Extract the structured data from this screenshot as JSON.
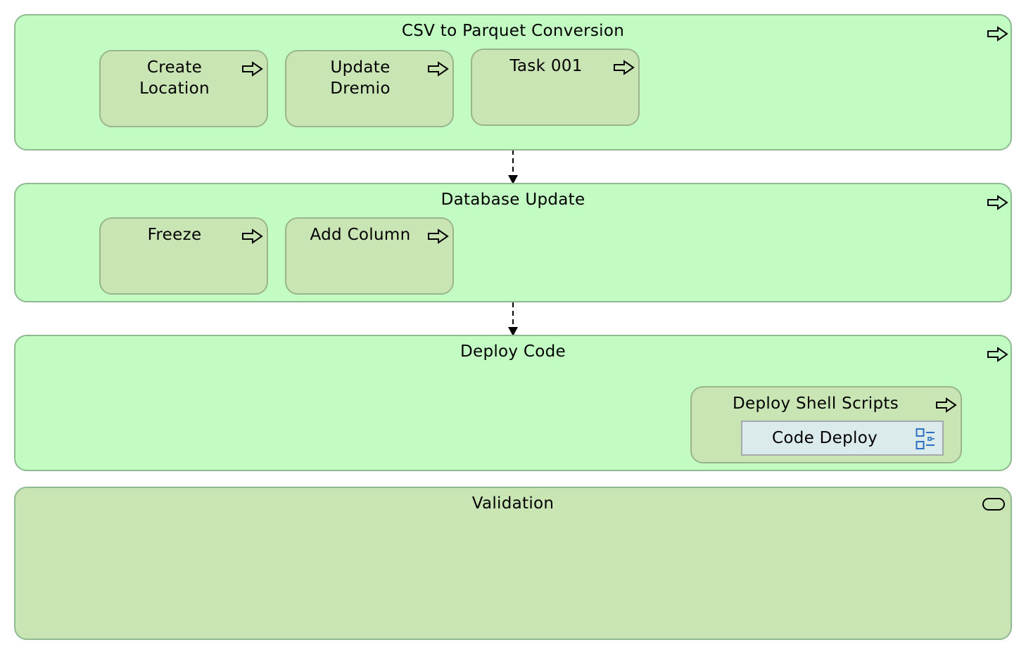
{
  "containers": [
    {
      "title": "CSV to Parquet Conversion",
      "icon": "process-arrow-icon",
      "children": [
        {
          "label": "Create\nLocation",
          "icon": "process-arrow-icon"
        },
        {
          "label": "Update\nDremio",
          "icon": "process-arrow-icon"
        },
        {
          "label": "Task 001",
          "icon": "process-arrow-icon"
        }
      ]
    },
    {
      "title": "Database Update",
      "icon": "process-arrow-icon",
      "children": [
        {
          "label": "Freeze",
          "icon": "process-arrow-icon"
        },
        {
          "label": "Add Column",
          "icon": "process-arrow-icon"
        }
      ]
    },
    {
      "title": "Deploy Code",
      "icon": "process-arrow-icon",
      "children": [
        {
          "label": "Deploy Shell Scripts",
          "icon": "process-arrow-icon",
          "application_component": {
            "label": "Code Deploy",
            "icon": "application-component-icon"
          }
        }
      ]
    },
    {
      "title": "Validation",
      "icon": "function-event-icon",
      "children": []
    }
  ],
  "colors": {
    "process_fill": "#c2fcc2",
    "function_fill": "#cae5b4",
    "application_fill": "#dbeaea",
    "component_icon": "#2a6fc2"
  }
}
